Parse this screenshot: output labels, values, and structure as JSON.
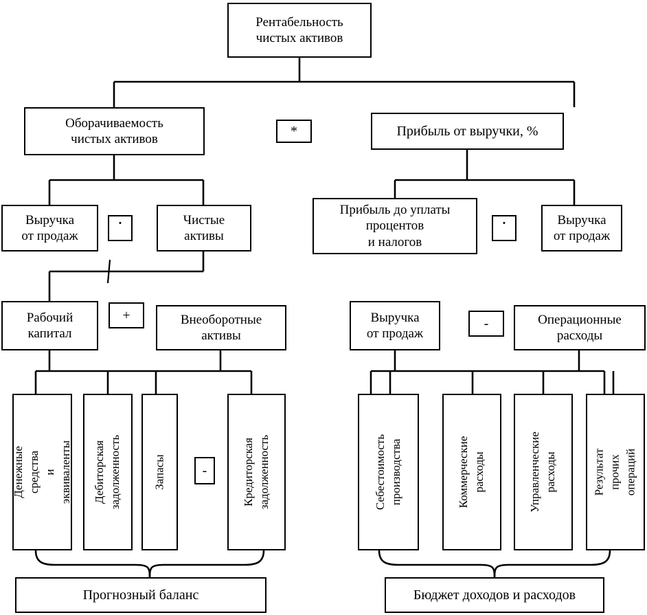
{
  "diagram": {
    "title_node": {
      "label": "Рентабельность\nчистых активов"
    },
    "level2": {
      "left": {
        "label": "Оборачиваемость\nчистых активов"
      },
      "operator": {
        "label": "*"
      },
      "right": {
        "label": "Прибыль от выручки, %"
      }
    },
    "level3": {
      "left_numerator": {
        "label": "Выручка\nот продаж"
      },
      "left_operator": {
        "label": "·"
      },
      "left_denominator": {
        "label": "Чистые\nактивы"
      },
      "right_numerator": {
        "label": "Прибыль до уплаты\nпроцентов\nи налогов"
      },
      "right_operator": {
        "label": "·"
      },
      "right_denominator": {
        "label": "Выручка\nот продаж"
      }
    },
    "level4": {
      "left_a": {
        "label": "Рабочий\nкапитал"
      },
      "left_operator": {
        "label": "+"
      },
      "left_b": {
        "label": "Внеоборотные\nактивы"
      },
      "right_a": {
        "label": "Выручка\nот продаж"
      },
      "right_operator": {
        "label": "-"
      },
      "right_b": {
        "label": "Операционные\nрасходы"
      }
    },
    "level5_left": [
      {
        "label": "Денежные средства\nи эквиваленты"
      },
      {
        "label": "Дебиторская\nзадолженность"
      },
      {
        "label": "Запасы"
      },
      {
        "label": "Кредиторская\nзадолженность"
      }
    ],
    "level5_left_operator": {
      "label": "-"
    },
    "level5_right": [
      {
        "label": "Себестоимость\nпроизводства"
      },
      {
        "label": "Коммерческие\nрасходы"
      },
      {
        "label": "Управленческие\nрасходы"
      },
      {
        "label": "Результат прочих\nопераций"
      }
    ],
    "summary": {
      "left": {
        "label": "Прогнозный баланс"
      },
      "right": {
        "label": "Бюджет доходов и расходов"
      }
    }
  },
  "style": {
    "line_color": "#000000",
    "background": "#ffffff"
  }
}
